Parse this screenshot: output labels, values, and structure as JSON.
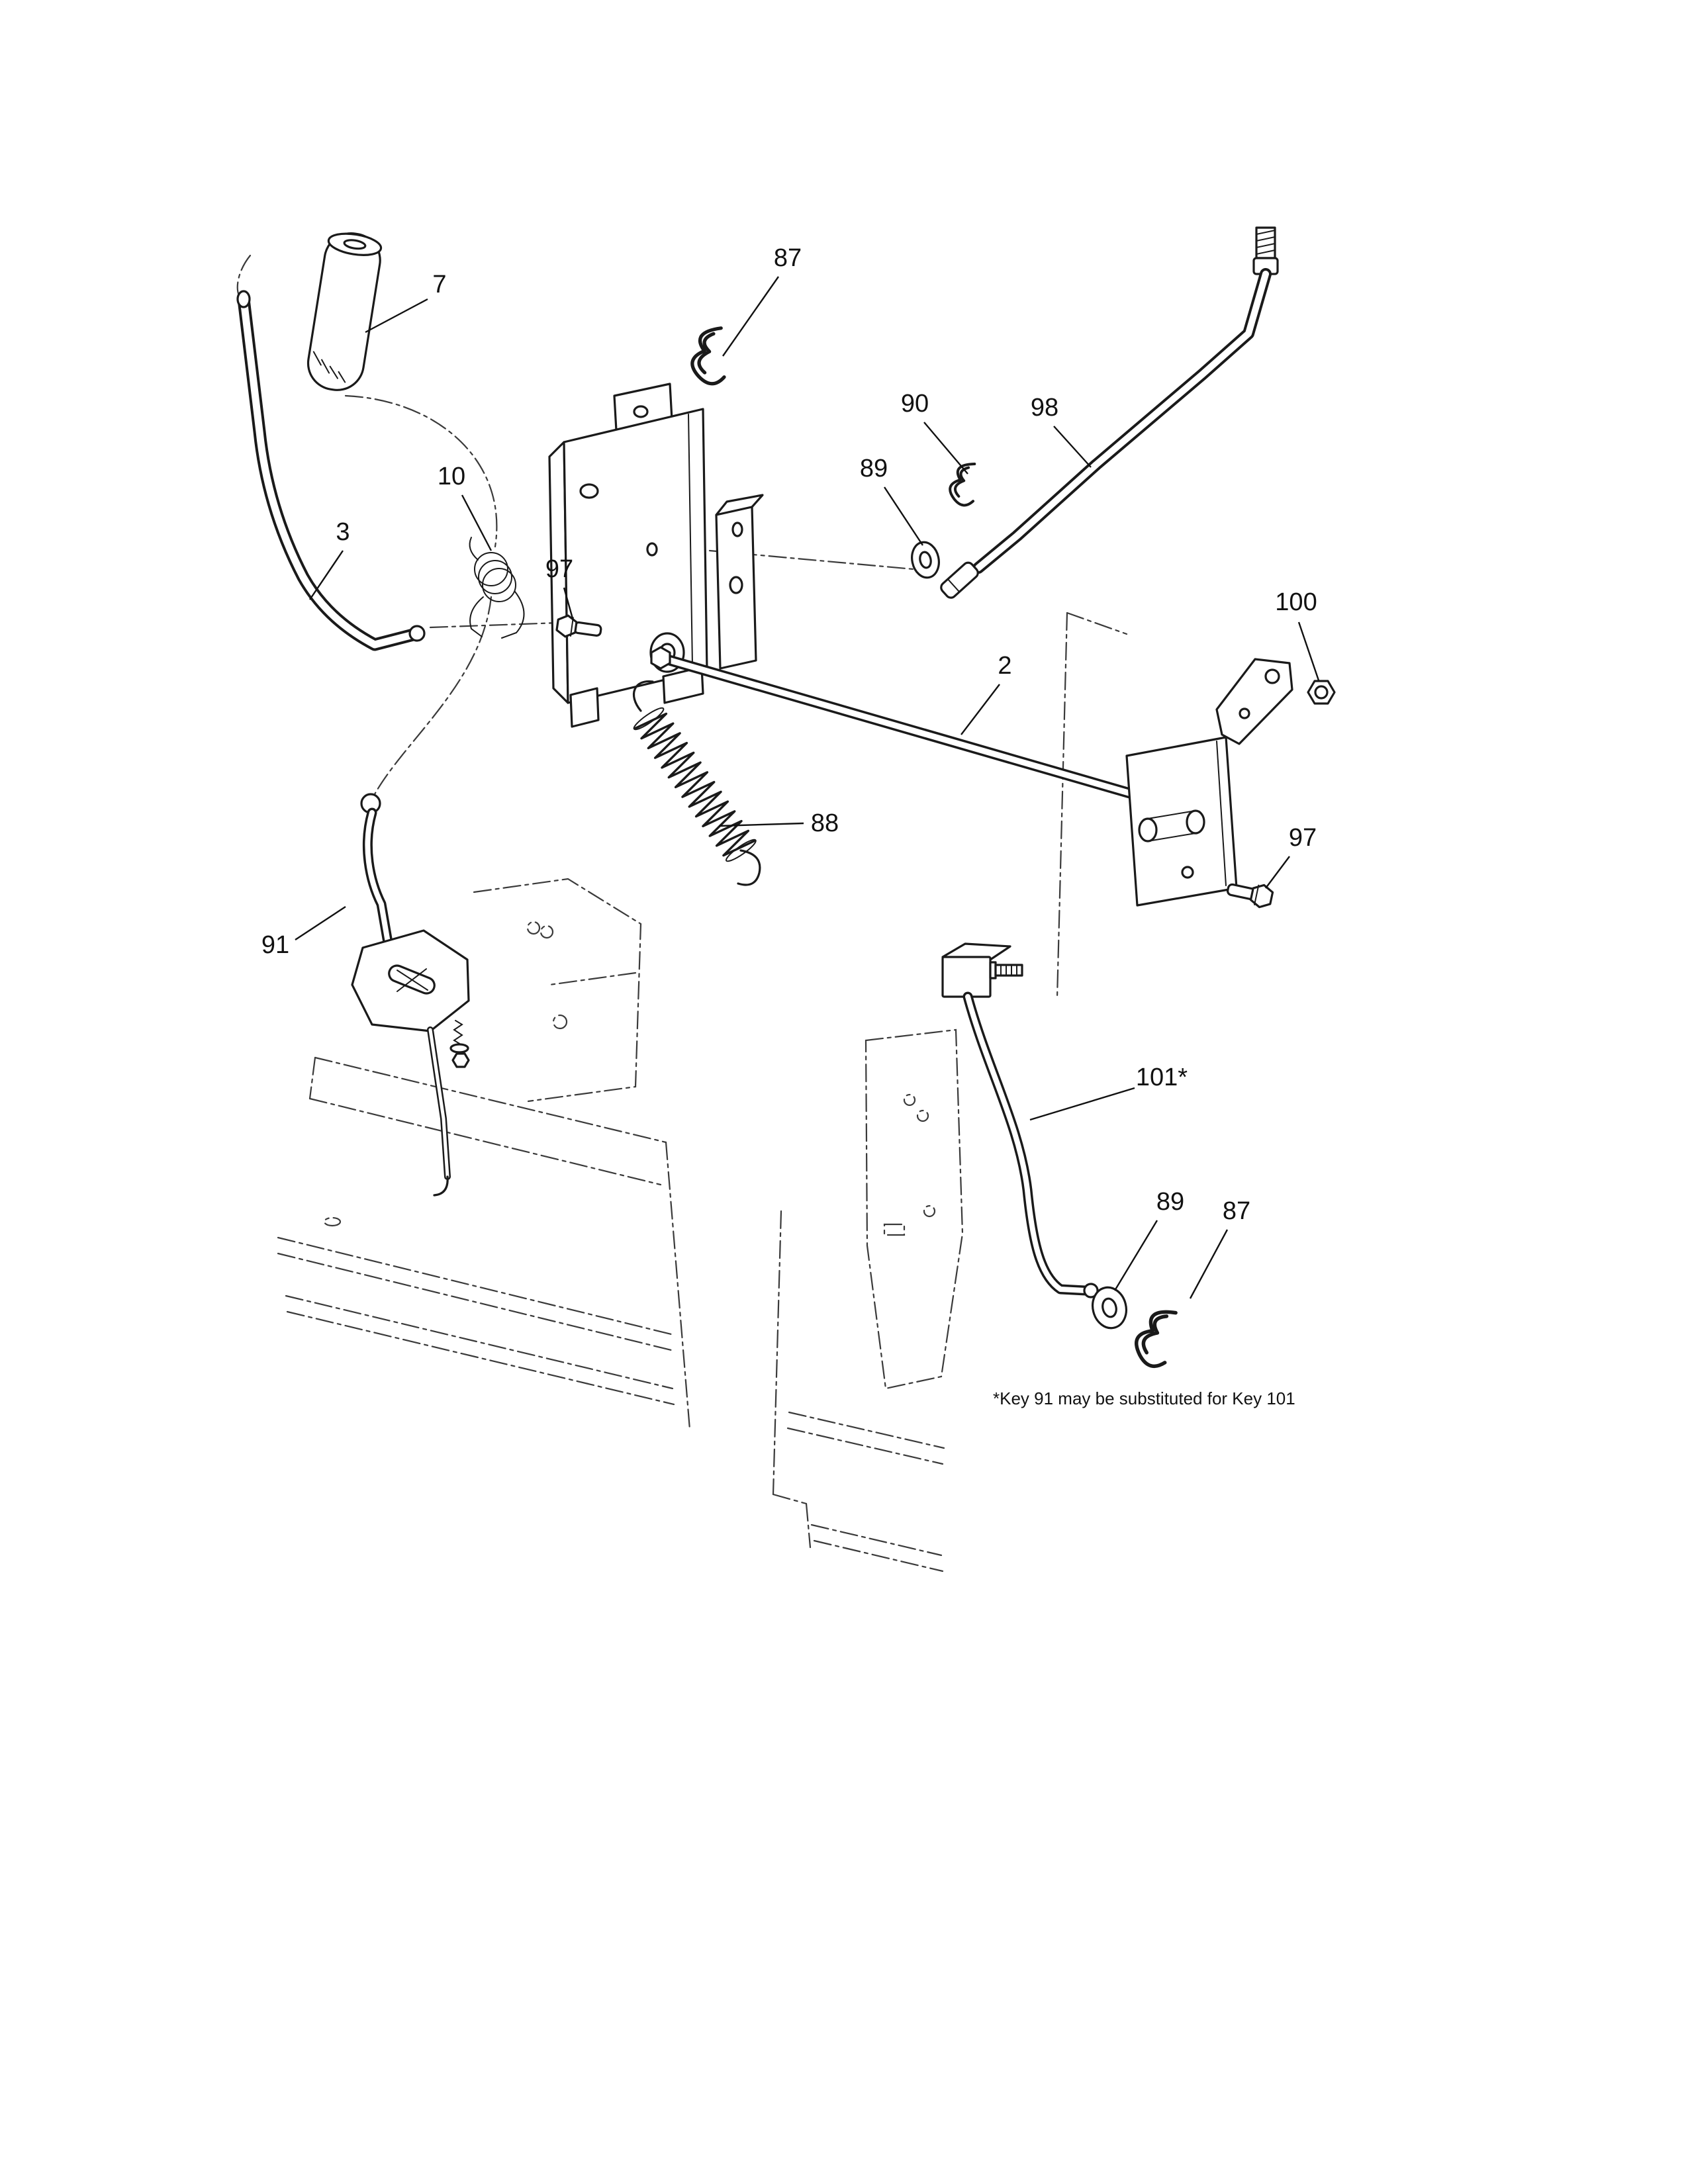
{
  "diagram": {
    "note": "*Key 91 may be substituted for Key 101",
    "callouts": {
      "c7": "7",
      "c87_top": "87",
      "c90": "90",
      "c98": "98",
      "c89_top": "89",
      "c10": "10",
      "c3": "3",
      "c97_left": "97",
      "c2": "2",
      "c100": "100",
      "c88": "88",
      "c97_right": "97",
      "c91": "91",
      "c101": "101*",
      "c89_bottom": "89",
      "c87_bottom": "87"
    },
    "colors": {
      "line": "#1a1a1a",
      "background": "#ffffff"
    }
  }
}
